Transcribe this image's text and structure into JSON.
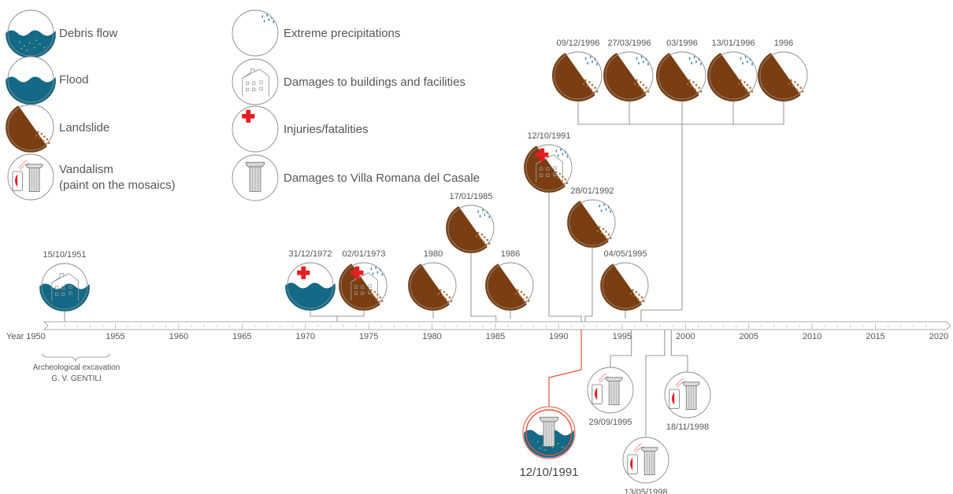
{
  "colors": {
    "water": "#136986",
    "landslide": "#7a3e12",
    "rain": "#3b86b3",
    "cross": "#e51e24",
    "highlight": "#e8533d",
    "line": "#777777",
    "circle": "#8a8a8a"
  },
  "legend": [
    {
      "icon": "debris-flow-icon",
      "type": "debris",
      "label": "Debris flow"
    },
    {
      "icon": "flood-icon",
      "type": "flood",
      "label": "Flood"
    },
    {
      "icon": "landslide-icon",
      "type": "landslide",
      "label": "Landslide"
    },
    {
      "icon": "vandalism-icon",
      "type": "vandalism",
      "label": "Vandalism",
      "label2": "(paint on the mosaics)"
    },
    {
      "icon": "rain-icon",
      "type": "rain",
      "label": "Extreme precipitations"
    },
    {
      "icon": "building-icon",
      "type": "building",
      "label": "Damages to buildings and facilities"
    },
    {
      "icon": "cross-icon",
      "type": "injury",
      "label": "Injuries/fatalities"
    },
    {
      "icon": "column-icon",
      "type": "column",
      "label": "Damages to Villa Romana del Casale"
    }
  ],
  "axis": {
    "start_label": "Year 1950",
    "ticks": [
      "1955",
      "1960",
      "1965",
      "1970",
      "1975",
      "1980",
      "1985",
      "1990",
      "1995",
      "2000",
      "2005",
      "2010",
      "2015",
      "2020"
    ],
    "range": [
      1950,
      2020
    ]
  },
  "note": {
    "line1": "Archeological excavation",
    "line2": "G. V. GENTILI"
  },
  "events": [
    {
      "date": "15/10/1951",
      "year": 1951.8,
      "elements": [
        "flood",
        "building"
      ]
    },
    {
      "date": "31/12/1972",
      "year": 1972.99,
      "elements": [
        "flood",
        "injury"
      ]
    },
    {
      "date": "02/01/1973",
      "year": 1973.0,
      "elements": [
        "landslide",
        "building",
        "injury",
        "rain"
      ]
    },
    {
      "date": "1980",
      "year": 1980.5,
      "elements": [
        "landslide"
      ]
    },
    {
      "date": "17/01/1985",
      "year": 1985.05,
      "elements": [
        "landslide",
        "rain"
      ]
    },
    {
      "date": "1986",
      "year": 1986.5,
      "elements": [
        "landslide"
      ]
    },
    {
      "date": "12/10/1991",
      "year": 1991.78,
      "elements": [
        "landslide",
        "building",
        "injury",
        "rain"
      ]
    },
    {
      "date": "28/01/1992",
      "year": 1992.08,
      "elements": [
        "landslide",
        "rain"
      ]
    },
    {
      "date": "04/05/1995",
      "year": 1995.34,
      "elements": [
        "landslide"
      ]
    },
    {
      "date": "09/12/1996",
      "year": 1996.94,
      "elements": [
        "landslide",
        "rain"
      ]
    },
    {
      "date": "27/03/1996",
      "year": 1996.24,
      "elements": [
        "landslide",
        "rain"
      ]
    },
    {
      "date": "03/1996",
      "year": 1996.2,
      "elements": [
        "landslide",
        "rain"
      ]
    },
    {
      "date": "13/01/1996",
      "year": 1996.04,
      "elements": [
        "landslide",
        "rain"
      ]
    },
    {
      "date": "1996",
      "year": 1996.5,
      "elements": [
        "landslide"
      ]
    },
    {
      "date": "12/10/1991",
      "year": 1991.78,
      "elements": [
        "debris",
        "column"
      ],
      "highlight": true
    },
    {
      "date": "29/09/1995",
      "year": 1995.74,
      "elements": [
        "vandalism"
      ]
    },
    {
      "date": "13/05/1998",
      "year": 1998.36,
      "elements": [
        "vandalism"
      ]
    },
    {
      "date": "18/11/1998",
      "year": 1998.88,
      "elements": [
        "vandalism"
      ]
    }
  ]
}
